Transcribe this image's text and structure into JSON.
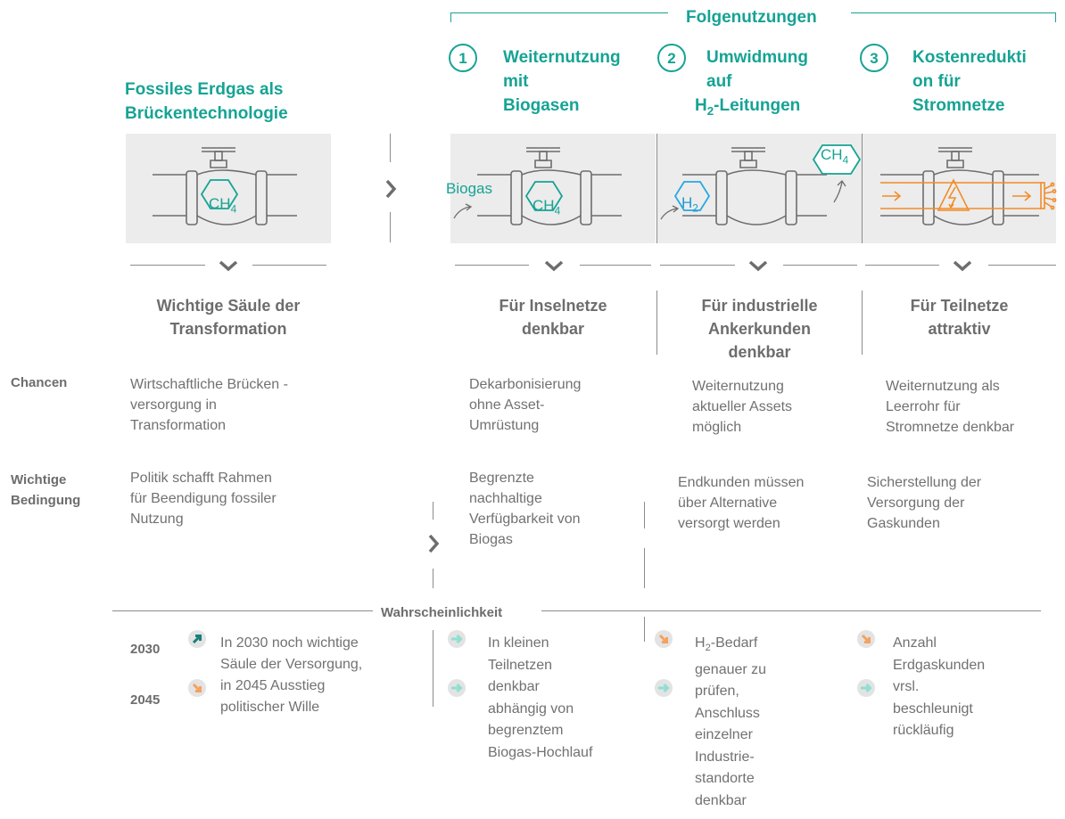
{
  "header": {
    "folgenutzungen": "Folgenutzungen",
    "col1_title_line1": "Fossiles Erdgas als",
    "col1_title_line2": "Brückentechnologie",
    "options": [
      {
        "number": "1",
        "line1": "Weiternutzung",
        "line2": "mit",
        "line3": "Biogasen"
      },
      {
        "number": "2",
        "line1": "Umwidmung",
        "line2": "auf",
        "line3_main": "H",
        "line3_sub": "2",
        "line3_rest": "-Leitungen"
      },
      {
        "number": "3",
        "line1": "Kostenredukti",
        "line2": "on für",
        "line3": "Stromnetze"
      }
    ]
  },
  "illustrations": {
    "col1_gas": {
      "main": "CH",
      "sub": "4"
    },
    "col2_gas": {
      "main": "CH",
      "sub": "4"
    },
    "col2_label": "Biogas",
    "col3_gas_h2": {
      "main": "H",
      "sub": "2"
    },
    "col3_gas_ch4": {
      "main": "CH",
      "sub": "4"
    }
  },
  "subtitles": [
    {
      "line1": "Wichtige Säule der",
      "line2": "Transformation"
    },
    {
      "line1": "Für Inselnetze",
      "line2": "denkbar"
    },
    {
      "line1": "Für industrielle",
      "line2": "Ankerkunden",
      "line3": "denkbar"
    },
    {
      "line1": "Für Teilnetze",
      "line2": "attraktiv"
    }
  ],
  "rows": {
    "chancen_label": "Chancen",
    "bedingung_label_line1": "Wichtige",
    "bedingung_label_line2": "Bedingung",
    "chancen": [
      [
        "Wirtschaftliche Brücken -",
        "versorgung in",
        "Transformation"
      ],
      [
        "Dekarbonisierung",
        "ohne Asset-",
        "Umrüstung"
      ],
      [
        "Weiternutzung",
        "aktueller Assets",
        "möglich"
      ],
      [
        "Weiternutzung als",
        "Leerrohr für",
        "Stromnetze denkbar"
      ]
    ],
    "bedingung": [
      [
        "Politik schafft Rahmen",
        "für Beendigung fossiler",
        "Nutzung"
      ],
      [
        "Begrenzte",
        "nachhaltige",
        "Verfügbarkeit von",
        "Biogas"
      ],
      [
        "Endkunden müssen",
        "über Alternative",
        "versorgt werden"
      ],
      [
        "Sicherstellung der",
        "Versorgung der",
        "Gaskunden"
      ]
    ]
  },
  "probability": {
    "label": "Wahrscheinlichkeit",
    "year_2030": "2030",
    "year_2045": "2045",
    "texts": [
      [
        "In 2030 noch wichtige",
        "Säule der Versorgung,",
        "in 2045 Ausstieg",
        "politischer Wille"
      ],
      [
        "In kleinen",
        "Teilnetzen",
        "denkbar",
        "abhängig von",
        "begrenztem",
        "Biogas-Hochlauf"
      ],
      [
        "-Bedarf",
        "genauer zu",
        "prüfen,",
        "Anschluss",
        "einzelner",
        "Industrie-",
        "standorte",
        "denkbar"
      ],
      [
        "Anzahl",
        "Erdgaskunden",
        "vrsl.",
        "beschleunigt",
        "rückläufig"
      ]
    ],
    "col3_first_main": "H",
    "col3_first_sub": "2"
  },
  "colors": {
    "teal": "#16a394",
    "grey_text": "#6d6d6d",
    "panel": "#ececec",
    "orange": "#f28c28",
    "arrow_teal": "#167f7a",
    "arrow_light": "#8ee0d2",
    "arrow_orange": "#f5a25d"
  },
  "icons": [
    "chevron-right-icon",
    "chevron-down-icon",
    "pipe-valve-icon",
    "hexagon-icon",
    "lightning-icon",
    "arrow-up-icon",
    "arrow-right-icon",
    "arrow-down-icon"
  ]
}
